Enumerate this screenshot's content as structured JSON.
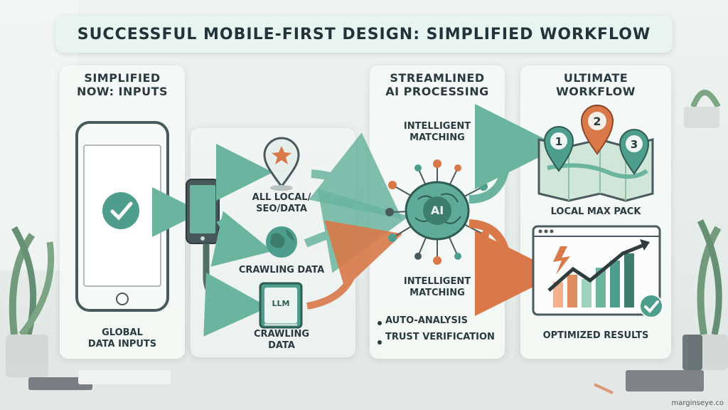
{
  "title": "SUCCESSFUL MOBILE-FIRST DESIGN: SIMPLIFIED WORKFLOW",
  "panels": {
    "inputs": {
      "heading": "SIMPLIFIED\nNOW: INPUTS",
      "caption": "GLOBAL\nDATA INPUTS"
    },
    "sources": {
      "local": "ALL LOCAL/\nSEO/DATA",
      "crawling": "CRAWLING DATA",
      "llm_badge": "LLM",
      "llm_caption": "CRAWLING\nDATA"
    },
    "processing": {
      "heading": "STREAMLINED\nAI PROCESSING",
      "top": "INTELLIGENT\nMATCHING",
      "brain_label": "AI",
      "bottom": "INTELLIGENT\nMATCHING",
      "bullets": [
        "AUTO-ANALYSIS",
        "TRUST VERIFICATION"
      ]
    },
    "workflow": {
      "heading": "ULTIMATE\nWORKFLOW",
      "pins": [
        "1",
        "2",
        "3"
      ],
      "map_caption": "LOCAL MAX PACK",
      "chart_caption": "OPTIMIZED RESULTS"
    }
  },
  "watermark": "marginseye.co",
  "colors": {
    "teal": "#4e9e8e",
    "orange": "#d9794a",
    "dark": "#2a3a3e",
    "green": "#6bb59e"
  }
}
